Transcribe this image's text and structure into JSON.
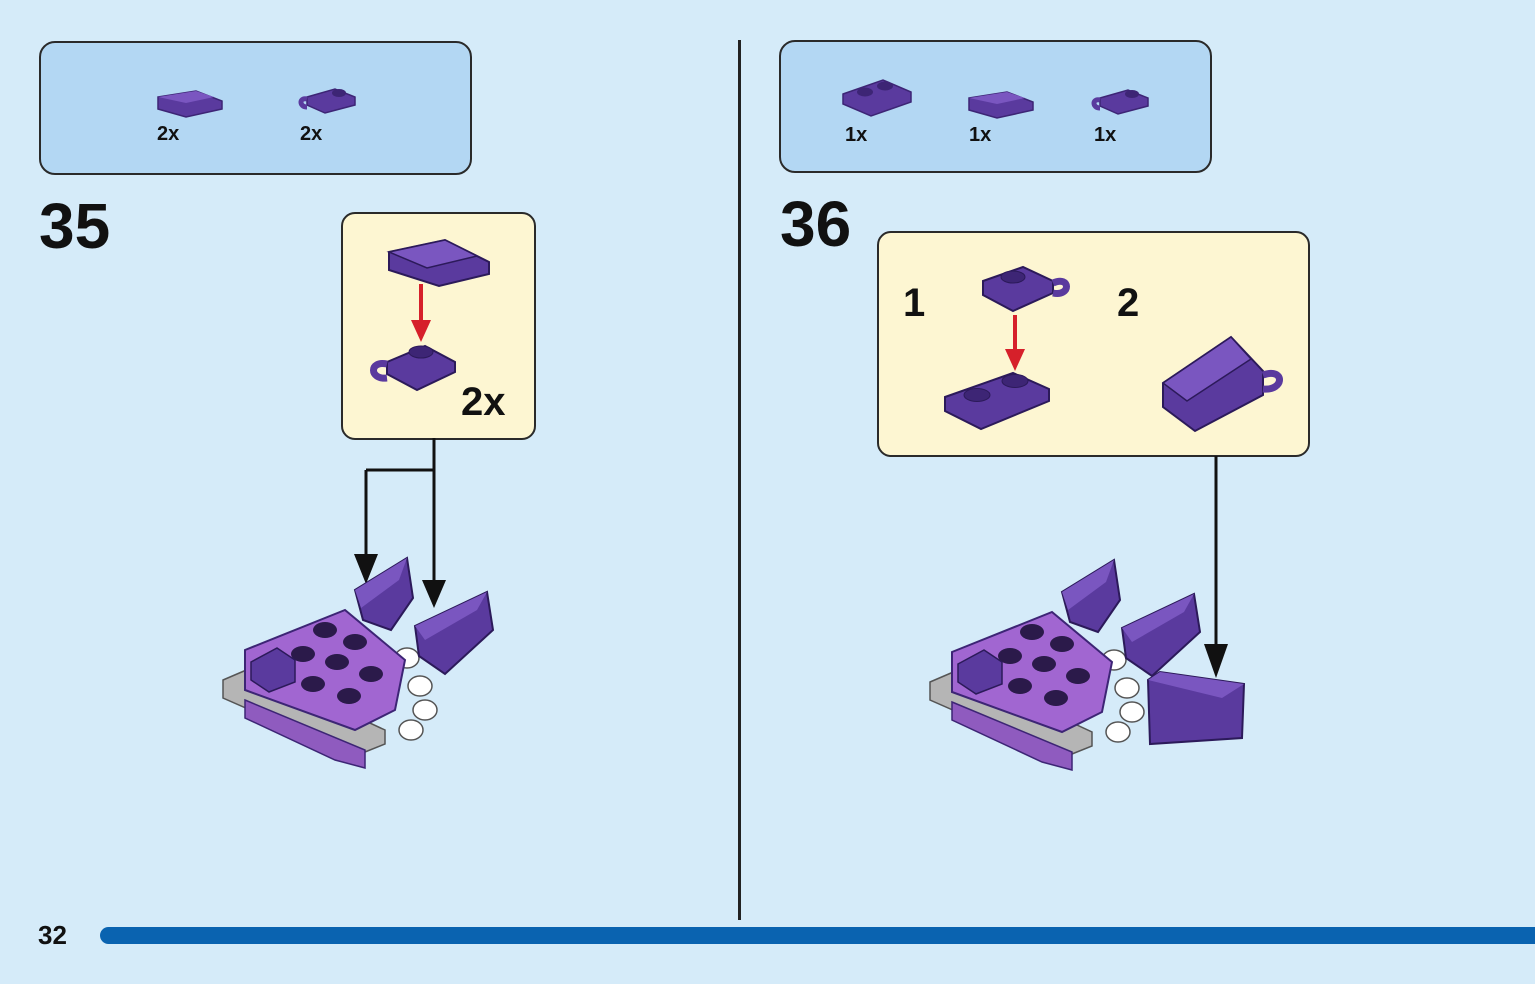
{
  "colors": {
    "background": "#d5ebf9",
    "parts_box": "#b3d7f3",
    "callout": "#fdf6d2",
    "brick_purple": "#5a3a9e",
    "brick_purple_dark": "#3d2575",
    "brick_lilac": "#9a63c4",
    "arrow_red": "#d6202a",
    "progress": "#0a63b0"
  },
  "page": {
    "number": "32"
  },
  "steps": [
    {
      "number": "35",
      "parts": [
        {
          "icon": "curved-slope-icon",
          "qty": "2x"
        },
        {
          "icon": "clip-plate-icon",
          "qty": "2x"
        }
      ],
      "callout": {
        "multiplier": "2x"
      }
    },
    {
      "number": "36",
      "parts": [
        {
          "icon": "plate-1x2-icon",
          "qty": "1x"
        },
        {
          "icon": "curved-slope-icon",
          "qty": "1x"
        },
        {
          "icon": "clip-plate-icon",
          "qty": "1x"
        }
      ],
      "callout": {
        "substeps": [
          "1",
          "2"
        ]
      }
    }
  ]
}
